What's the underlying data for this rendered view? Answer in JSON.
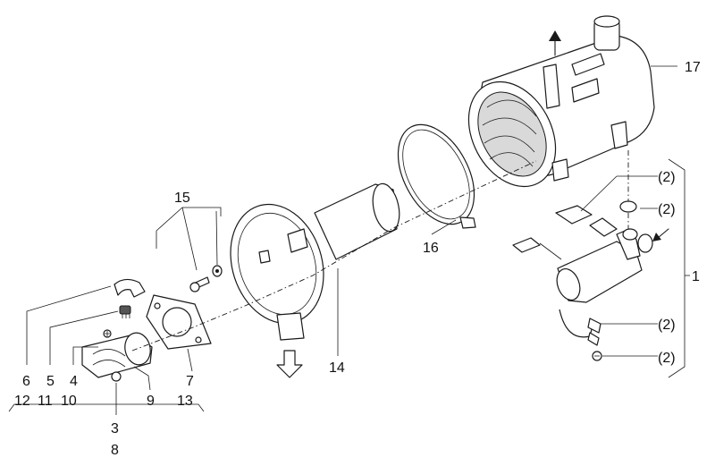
{
  "callouts": {
    "c1": "1",
    "c2a": "(2)",
    "c2b": "(2)",
    "c2c": "(2)",
    "c2d": "(2)",
    "c3": "3",
    "c4": "4",
    "c5": "5",
    "c6": "6",
    "c7": "7",
    "c8": "8",
    "c9": "9",
    "c10": "10",
    "c11": "11",
    "c12": "12",
    "c13": "13",
    "c14": "14",
    "c15": "15",
    "c16": "16",
    "c17": "17"
  },
  "colors": {
    "line": "#1a1a1a",
    "background": "#ffffff",
    "fill_shade": "#d9d9d9"
  }
}
